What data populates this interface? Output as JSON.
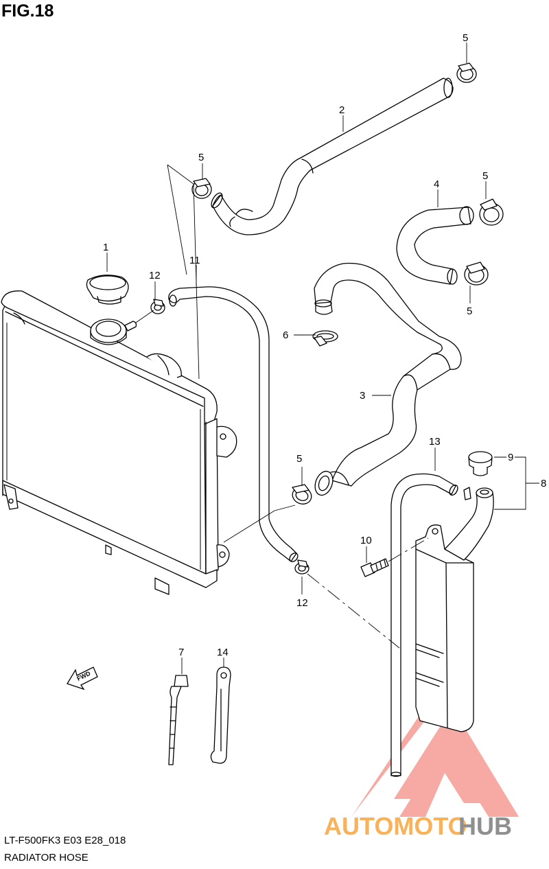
{
  "figure": {
    "title": "FIG.18"
  },
  "footer": {
    "model_code": "LT-F500FK3 E03 E28_018",
    "caption": "RADIATOR HOSE"
  },
  "callouts": [
    "1",
    "2",
    "3",
    "4",
    "5",
    "5",
    "5",
    "5",
    "5",
    "6",
    "7",
    "8",
    "9",
    "10",
    "11",
    "12",
    "12",
    "13",
    "14"
  ],
  "direction_marker": {
    "label": "FWD"
  },
  "watermark": {
    "brand_part1": "AUTOMOTO",
    "brand_part2": "HUB",
    "colors": {
      "logo": "#f7a19a",
      "text_orange": "#f9b25a",
      "text_grey": "#8f8f8f"
    }
  }
}
